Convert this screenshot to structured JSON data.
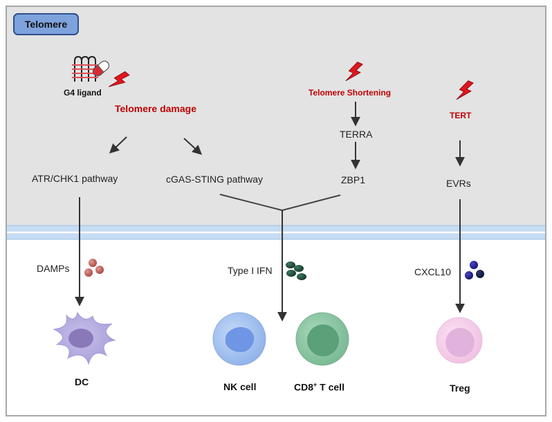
{
  "badge": {
    "label": "Telomere"
  },
  "top": {
    "g4_ligand": "G4 ligand",
    "telomere_damage": "Telomere damage",
    "telomere_shortening": "Telomere Shortening",
    "tert": "TERT",
    "terra": "TERRA",
    "atr_chk1": "ATR/CHK1 pathway",
    "cgas_sting": "cGAS-STING pathway",
    "zbp1": "ZBP1",
    "evrs": "EVRs"
  },
  "bottom": {
    "damps": "DAMPs",
    "type_i_ifn": "Type I IFN",
    "cxcl10": "CXCL10",
    "dc": "DC",
    "nk_cell": "NK cell",
    "cd8_prefix": "CD8",
    "cd8_sup": "+",
    "cd8_suffix": " T cell",
    "treg": "Treg"
  },
  "colors": {
    "upper_background": "#e3e3e3",
    "badge_fill": "#7ea2dc",
    "highlight_red": "#c00000",
    "membrane": "#c5dcf2",
    "damps_molecules": "#b55a55",
    "ifn_molecules": "#1f4a3a",
    "cxcl10_molecules": "#24208a",
    "dc_cell": "#b6aee0",
    "nk_cell": "#a9c6f2",
    "cd8_cell": "#8ec9a6",
    "treg_cell": "#f5cdea"
  }
}
